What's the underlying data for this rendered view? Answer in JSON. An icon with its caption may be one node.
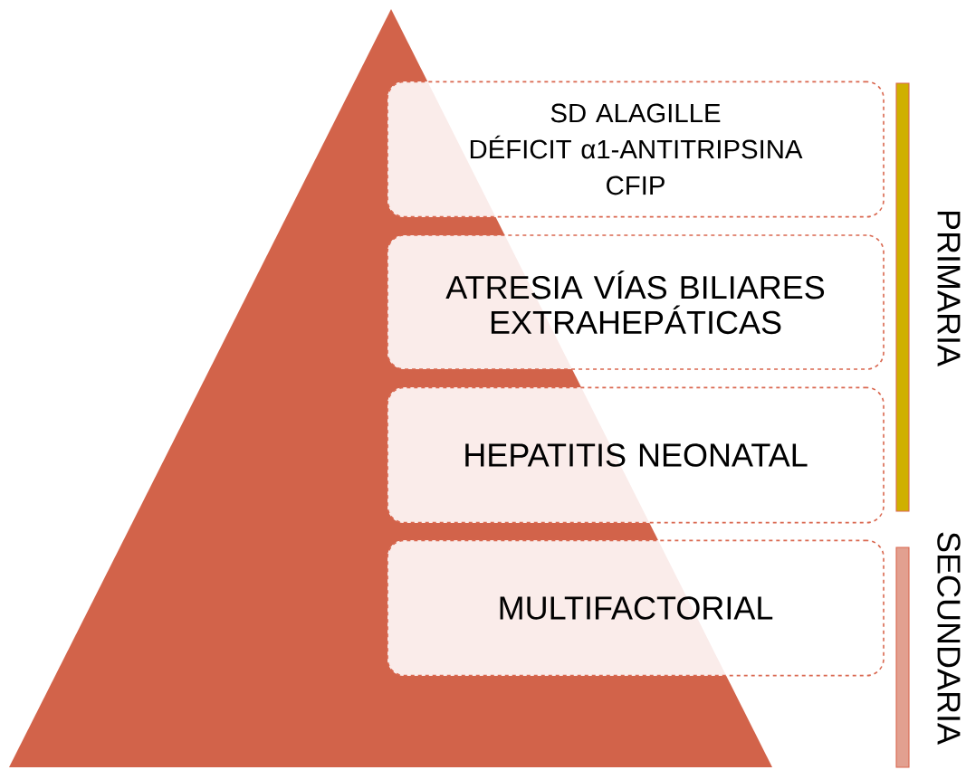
{
  "diagram": {
    "nodes": [
      {
        "text": [],
        "shape": "triangle"
      },
      {
        "text": [
          "SD ALAGILLE",
          "DÉFICIT α1-ANTITRIPSINA",
          "CFIP"
        ]
      },
      {
        "text": [
          "ATRESIA VÍAS BILIARES EXTRAHEPÁTICAS"
        ]
      },
      {
        "text": [
          "HEPATITIS NEONATAL"
        ]
      },
      {
        "text": [
          "MULTIFACTORIAL"
        ]
      },
      {
        "text": [
          "PRIMARIA"
        ]
      },
      {
        "text": [
          "SECUNDARIA"
        ]
      }
    ],
    "edges": []
  }
}
